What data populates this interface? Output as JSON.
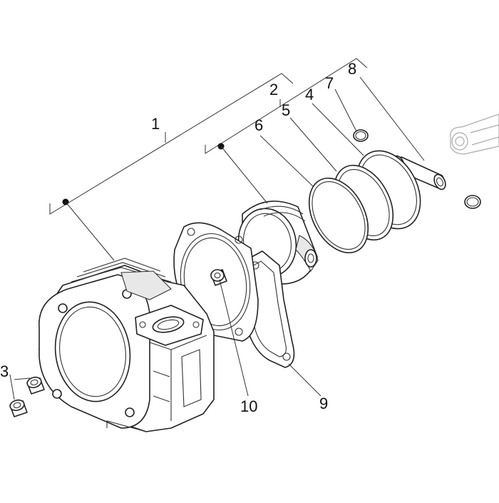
{
  "callouts": [
    {
      "id": "c1",
      "label": "1"
    },
    {
      "id": "c2",
      "label": "2"
    },
    {
      "id": "c3",
      "label": "3"
    },
    {
      "id": "c4",
      "label": "4"
    },
    {
      "id": "c5",
      "label": "5"
    },
    {
      "id": "c6",
      "label": "6"
    },
    {
      "id": "c7",
      "label": "7"
    },
    {
      "id": "c8",
      "label": "8"
    },
    {
      "id": "c9",
      "label": "9"
    },
    {
      "id": "c10",
      "label": "10"
    }
  ],
  "colors": {
    "line": "#222222",
    "background": "#ffffff",
    "ghost": "#aaaaaa"
  }
}
